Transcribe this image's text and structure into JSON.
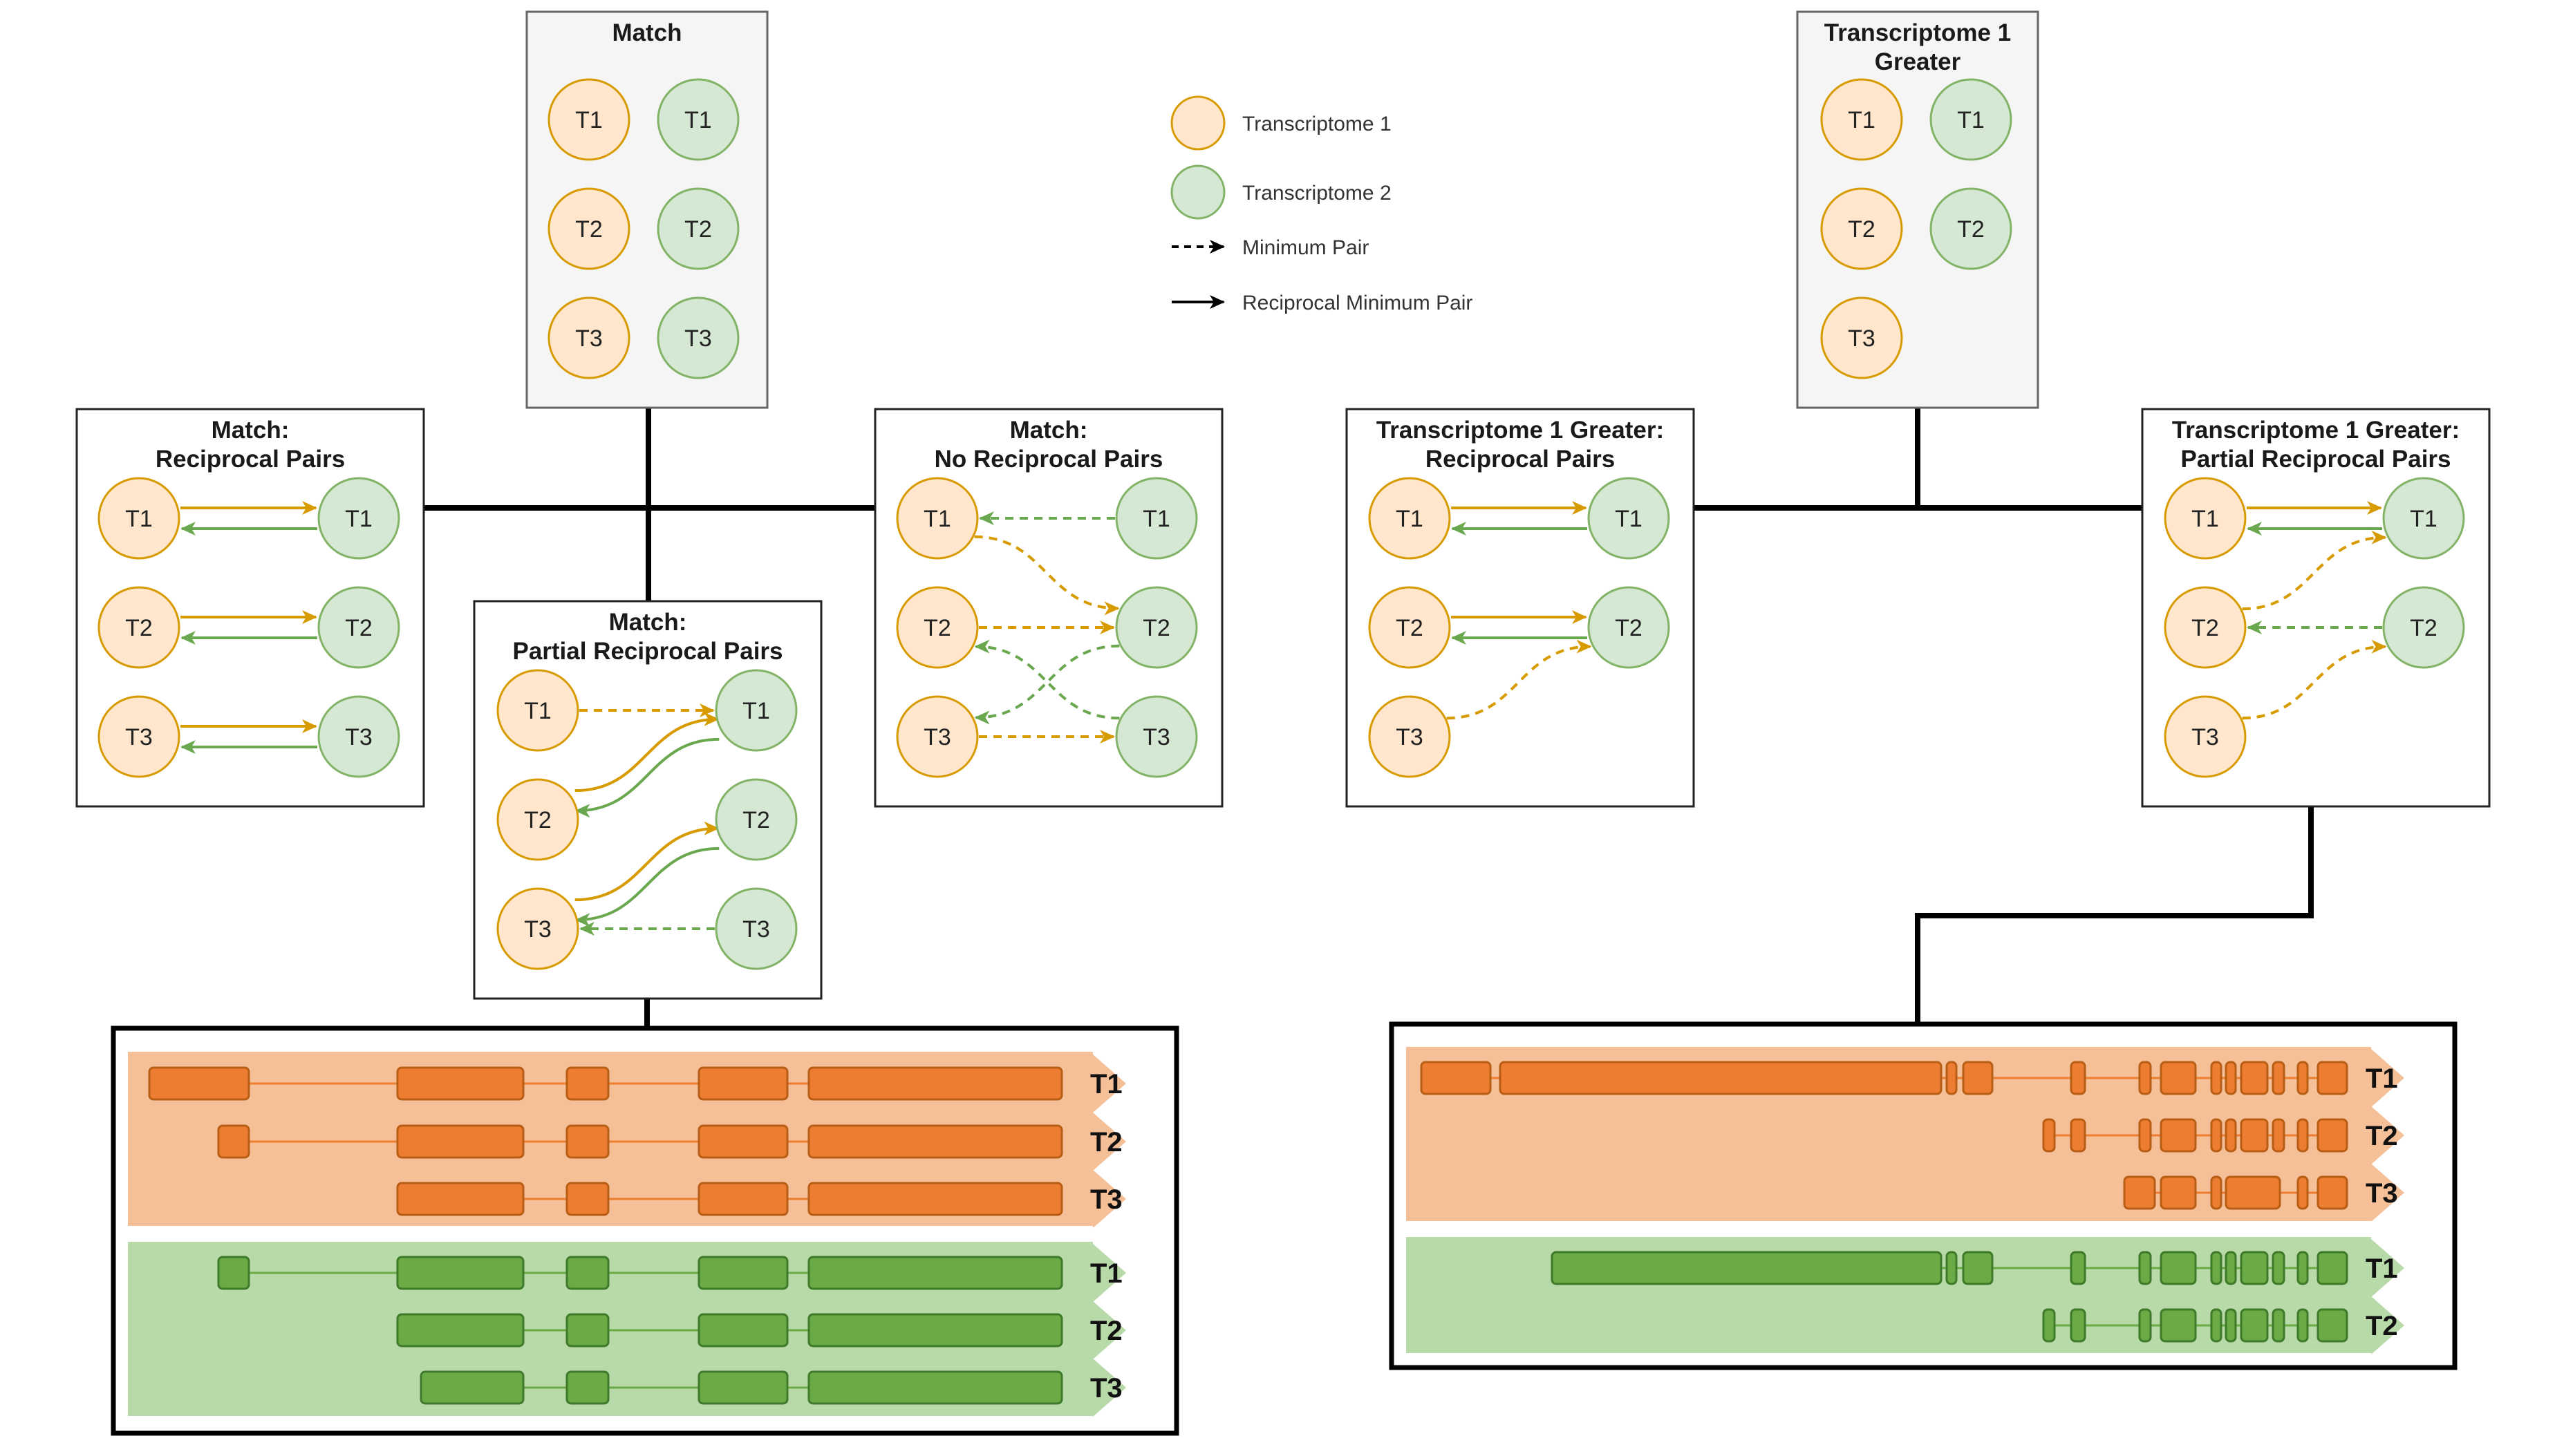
{
  "colors": {
    "t1_fill": "#ffe6cc",
    "t1_stroke": "#d79b00",
    "t1_arrow": "#d79b00",
    "t2_fill": "#d5e8d4",
    "t2_stroke": "#82b366",
    "t2_arrow": "#6aa84f",
    "box_fill": "#ffffff",
    "top_box_fill": "#f5f5f5",
    "connector": "#000000",
    "orange_band": "#f5bf98",
    "orange_exon": "#ed7d31",
    "orange_exon_stroke": "#b85d14",
    "green_band": "#b8d9a8",
    "green_exon": "#6aab45",
    "green_exon_stroke": "#3f7a2a"
  },
  "legend": [
    {
      "kind": "node",
      "group": "t1",
      "label": "Transcriptome 1"
    },
    {
      "kind": "node",
      "group": "t2",
      "label": "Transcriptome 2"
    },
    {
      "kind": "dashed",
      "label": "Minimum Pair"
    },
    {
      "kind": "solid",
      "label": "Reciprocal Minimum Pair"
    }
  ],
  "boxes": [
    {
      "id": "match",
      "title": [
        "Match"
      ],
      "top": true,
      "nodes": [
        {
          "id": "a1",
          "group": "t1",
          "label": "T1"
        },
        {
          "id": "b1",
          "group": "t2",
          "label": "T1"
        },
        {
          "id": "a2",
          "group": "t1",
          "label": "T2"
        },
        {
          "id": "b2",
          "group": "t2",
          "label": "T2"
        },
        {
          "id": "a3",
          "group": "t1",
          "label": "T3"
        },
        {
          "id": "b3",
          "group": "t2",
          "label": "T3"
        }
      ],
      "edges": []
    },
    {
      "id": "match-reciprocal",
      "title": [
        "Match:",
        "Reciprocal Pairs"
      ],
      "top": false,
      "nodes": [
        {
          "id": "a1",
          "group": "t1",
          "label": "T1"
        },
        {
          "id": "b1",
          "group": "t2",
          "label": "T1"
        },
        {
          "id": "a2",
          "group": "t1",
          "label": "T2"
        },
        {
          "id": "b2",
          "group": "t2",
          "label": "T2"
        },
        {
          "id": "a3",
          "group": "t1",
          "label": "T3"
        },
        {
          "id": "b3",
          "group": "t2",
          "label": "T3"
        }
      ],
      "edges": [
        {
          "from": "a1",
          "to": "b1",
          "style": "solid"
        },
        {
          "from": "b1",
          "to": "a1",
          "style": "solid"
        },
        {
          "from": "a2",
          "to": "b2",
          "style": "solid"
        },
        {
          "from": "b2",
          "to": "a2",
          "style": "solid"
        },
        {
          "from": "a3",
          "to": "b3",
          "style": "solid"
        },
        {
          "from": "b3",
          "to": "a3",
          "style": "solid"
        }
      ]
    },
    {
      "id": "match-partial",
      "title": [
        "Match:",
        "Partial Reciprocal Pairs"
      ],
      "top": false,
      "nodes": [
        {
          "id": "a1",
          "group": "t1",
          "label": "T1"
        },
        {
          "id": "b1",
          "group": "t2",
          "label": "T1"
        },
        {
          "id": "a2",
          "group": "t1",
          "label": "T2"
        },
        {
          "id": "b2",
          "group": "t2",
          "label": "T2"
        },
        {
          "id": "a3",
          "group": "t1",
          "label": "T3"
        },
        {
          "id": "b3",
          "group": "t2",
          "label": "T3"
        }
      ],
      "edges": [
        {
          "from": "a1",
          "to": "b1",
          "style": "dashed"
        },
        {
          "from": "a2",
          "to": "b1",
          "style": "solid"
        },
        {
          "from": "b1",
          "to": "a2",
          "style": "solid"
        },
        {
          "from": "a3",
          "to": "b2",
          "style": "solid"
        },
        {
          "from": "b2",
          "to": "a3",
          "style": "solid"
        },
        {
          "from": "b3",
          "to": "a3",
          "style": "dashed"
        }
      ]
    },
    {
      "id": "match-none",
      "title": [
        "Match:",
        "No Reciprocal Pairs"
      ],
      "top": false,
      "nodes": [
        {
          "id": "a1",
          "group": "t1",
          "label": "T1"
        },
        {
          "id": "b1",
          "group": "t2",
          "label": "T1"
        },
        {
          "id": "a2",
          "group": "t1",
          "label": "T2"
        },
        {
          "id": "b2",
          "group": "t2",
          "label": "T2"
        },
        {
          "id": "a3",
          "group": "t1",
          "label": "T3"
        },
        {
          "id": "b3",
          "group": "t2",
          "label": "T3"
        }
      ],
      "edges": [
        {
          "from": "b1",
          "to": "a1",
          "style": "dashed"
        },
        {
          "from": "a1",
          "to": "b2",
          "style": "dashed"
        },
        {
          "from": "a2",
          "to": "b2",
          "style": "dashed"
        },
        {
          "from": "b2",
          "to": "a3",
          "style": "dashed"
        },
        {
          "from": "b3",
          "to": "a2",
          "style": "dashed"
        },
        {
          "from": "a3",
          "to": "b3",
          "style": "dashed"
        }
      ]
    },
    {
      "id": "greater",
      "title": [
        "Transcriptome 1",
        "Greater"
      ],
      "top": true,
      "nodes": [
        {
          "id": "a1",
          "group": "t1",
          "label": "T1"
        },
        {
          "id": "b1",
          "group": "t2",
          "label": "T1"
        },
        {
          "id": "a2",
          "group": "t1",
          "label": "T2"
        },
        {
          "id": "b2",
          "group": "t2",
          "label": "T2"
        },
        {
          "id": "a3",
          "group": "t1",
          "label": "T3"
        }
      ],
      "edges": []
    },
    {
      "id": "greater-reciprocal",
      "title": [
        "Transcriptome 1 Greater:",
        "Reciprocal Pairs"
      ],
      "top": false,
      "nodes": [
        {
          "id": "a1",
          "group": "t1",
          "label": "T1"
        },
        {
          "id": "b1",
          "group": "t2",
          "label": "T1"
        },
        {
          "id": "a2",
          "group": "t1",
          "label": "T2"
        },
        {
          "id": "b2",
          "group": "t2",
          "label": "T2"
        },
        {
          "id": "a3",
          "group": "t1",
          "label": "T3"
        }
      ],
      "edges": [
        {
          "from": "a1",
          "to": "b1",
          "style": "solid"
        },
        {
          "from": "b1",
          "to": "a1",
          "style": "solid"
        },
        {
          "from": "a2",
          "to": "b2",
          "style": "solid"
        },
        {
          "from": "b2",
          "to": "a2",
          "style": "solid"
        },
        {
          "from": "a3",
          "to": "b2",
          "style": "dashed"
        }
      ]
    },
    {
      "id": "greater-partial",
      "title": [
        "Transcriptome 1 Greater:",
        "Partial Reciprocal Pairs"
      ],
      "top": false,
      "nodes": [
        {
          "id": "a1",
          "group": "t1",
          "label": "T1"
        },
        {
          "id": "b1",
          "group": "t2",
          "label": "T1"
        },
        {
          "id": "a2",
          "group": "t1",
          "label": "T2"
        },
        {
          "id": "b2",
          "group": "t2",
          "label": "T2"
        },
        {
          "id": "a3",
          "group": "t1",
          "label": "T3"
        }
      ],
      "edges": [
        {
          "from": "a1",
          "to": "b1",
          "style": "solid"
        },
        {
          "from": "b1",
          "to": "a1",
          "style": "solid"
        },
        {
          "from": "a2",
          "to": "b1",
          "style": "dashed"
        },
        {
          "from": "b2",
          "to": "a2",
          "style": "dashed"
        },
        {
          "from": "a3",
          "to": "b2",
          "style": "dashed"
        }
      ]
    }
  ],
  "panels": [
    {
      "id": "panel-left",
      "bands": [
        {
          "color": "orange",
          "tracks": [
            {
              "label": "T1"
            },
            {
              "label": "T2"
            },
            {
              "label": "T3"
            }
          ]
        },
        {
          "color": "green",
          "tracks": [
            {
              "label": "T1"
            },
            {
              "label": "T2"
            },
            {
              "label": "T3"
            }
          ]
        }
      ]
    },
    {
      "id": "panel-right",
      "bands": [
        {
          "color": "orange",
          "tracks": [
            {
              "label": "T1"
            },
            {
              "label": "T2"
            },
            {
              "label": "T3"
            }
          ]
        },
        {
          "color": "green",
          "tracks": [
            {
              "label": "T1"
            },
            {
              "label": "T2"
            }
          ]
        }
      ]
    }
  ]
}
